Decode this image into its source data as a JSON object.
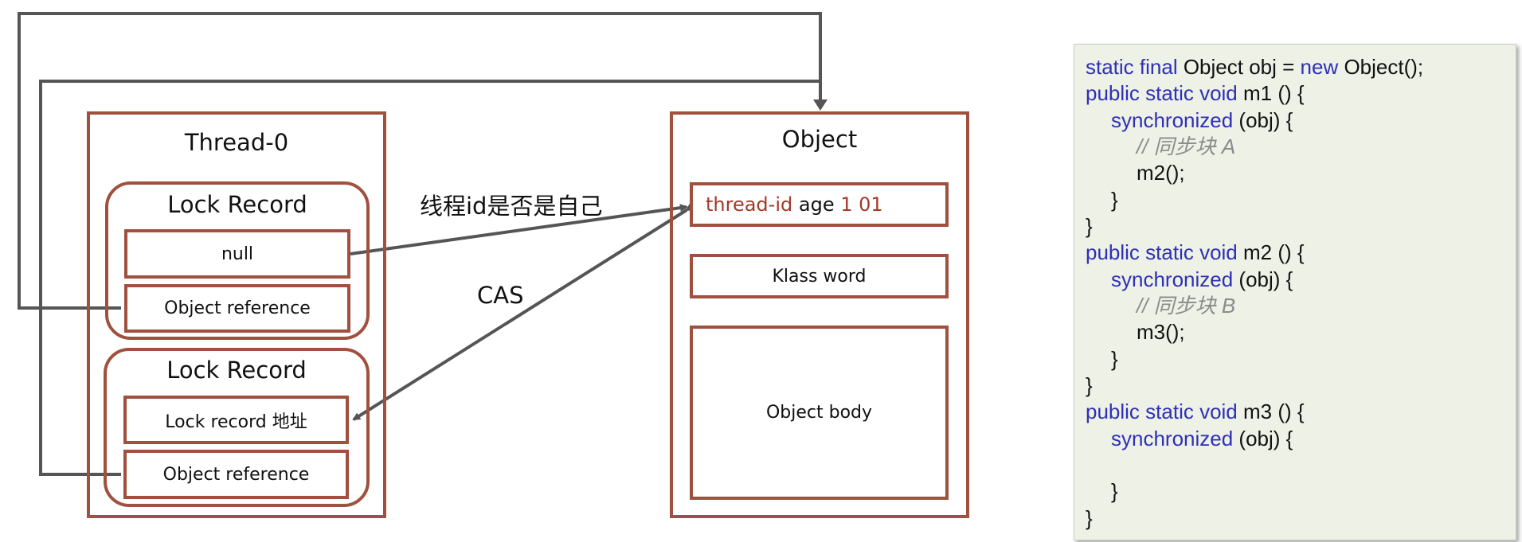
{
  "thread": {
    "title": "Thread-0",
    "lock_records": [
      {
        "title": "Lock Record",
        "slot_top": "null",
        "slot_bottom": "Object reference"
      },
      {
        "title": "Lock Record",
        "slot_top": "Lock record 地址",
        "slot_bottom": "Object reference"
      }
    ]
  },
  "object": {
    "title": "Object",
    "header": {
      "thread_id": "thread-id",
      "age": "age",
      "bits": "1 01"
    },
    "klass": "Klass word",
    "body": "Object body"
  },
  "arrows": {
    "check_label": "线程id是否是自己",
    "cas_label": "CAS"
  },
  "colors": {
    "frame": "#a0503e",
    "arrow": "#555555",
    "keyword": "#2f2fb8",
    "comment": "#8b8b8b",
    "highlight": "#a33a2a",
    "code_bg": "#edf1e6"
  },
  "code": {
    "l1": {
      "kw1": "static final",
      "t1": " Object obj = ",
      "kw2": "new",
      "t2": " Object();"
    },
    "l2": {
      "kw": "public static void",
      "t": " m1 () {"
    },
    "l3": {
      "kw": "synchronized",
      "t": " (obj) {"
    },
    "l4": {
      "c": "// 同步块 A"
    },
    "l5": {
      "t": "m2();"
    },
    "l6": {
      "t": "}"
    },
    "l7": {
      "t": "}"
    },
    "l8": {
      "kw": "public static void",
      "t": " m2 () {"
    },
    "l9": {
      "kw": "synchronized",
      "t": " (obj) {"
    },
    "l10": {
      "c": "// 同步块 B"
    },
    "l11": {
      "t": "m3();"
    },
    "l12": {
      "t": "}"
    },
    "l13": {
      "t": "}"
    },
    "l14": {
      "kw": "public static void",
      "t": " m3 () {"
    },
    "l15": {
      "kw": "synchronized",
      "t": " (obj) {"
    },
    "l16": {
      "t": "}"
    },
    "l17": {
      "t": "}"
    }
  }
}
